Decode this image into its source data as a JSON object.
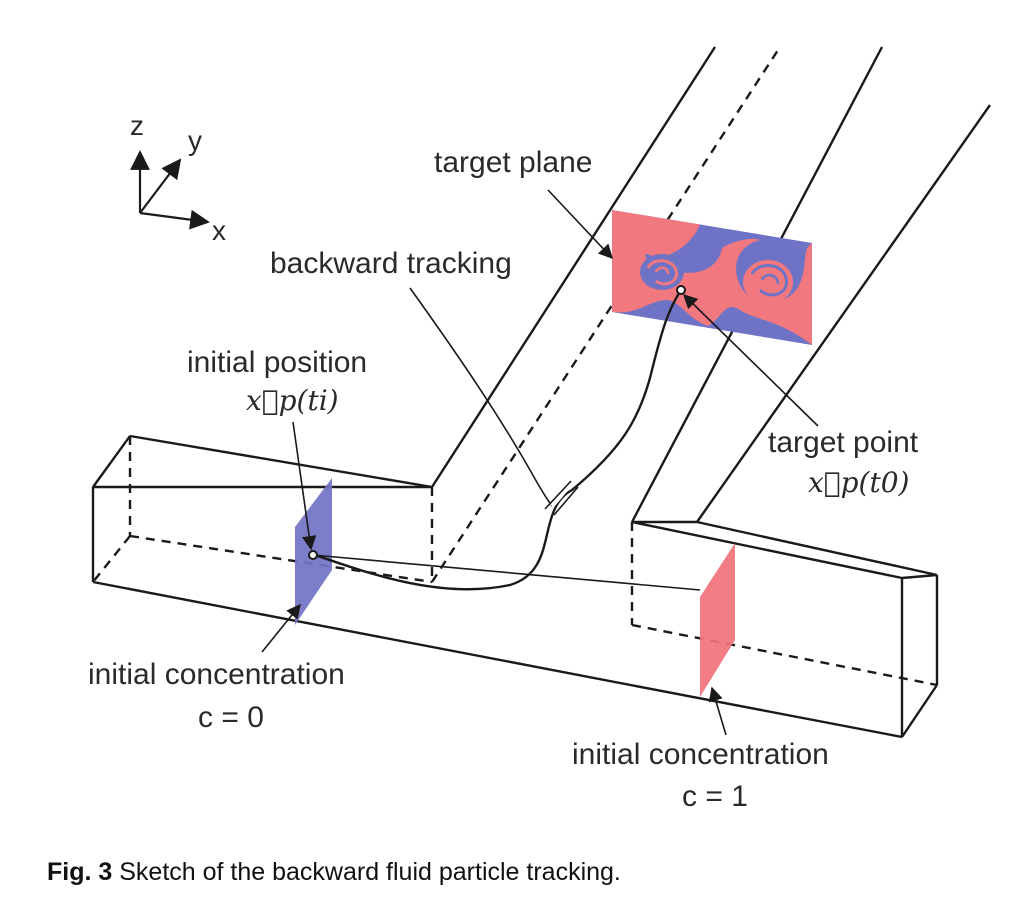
{
  "axes": {
    "z": "z",
    "y": "y",
    "x": "x"
  },
  "labels": {
    "target_plane": "target plane",
    "backward_tracking": "backward tracking",
    "initial_position": "initial position",
    "initial_position_math": "x⃗p(ti)",
    "target_point": "target point",
    "target_point_math": "x⃗p(t0)",
    "initial_concentration_left": "initial concentration",
    "c_left": "c = 0",
    "initial_concentration_right": "initial concentration",
    "c_right": "c = 1"
  },
  "caption": {
    "number": "Fig. 3",
    "text": " Sketch of the backward fluid particle tracking."
  },
  "colors": {
    "blue_plane": "#7173c4",
    "red_plane": "#f2727a",
    "line": "#1a1a1a"
  }
}
